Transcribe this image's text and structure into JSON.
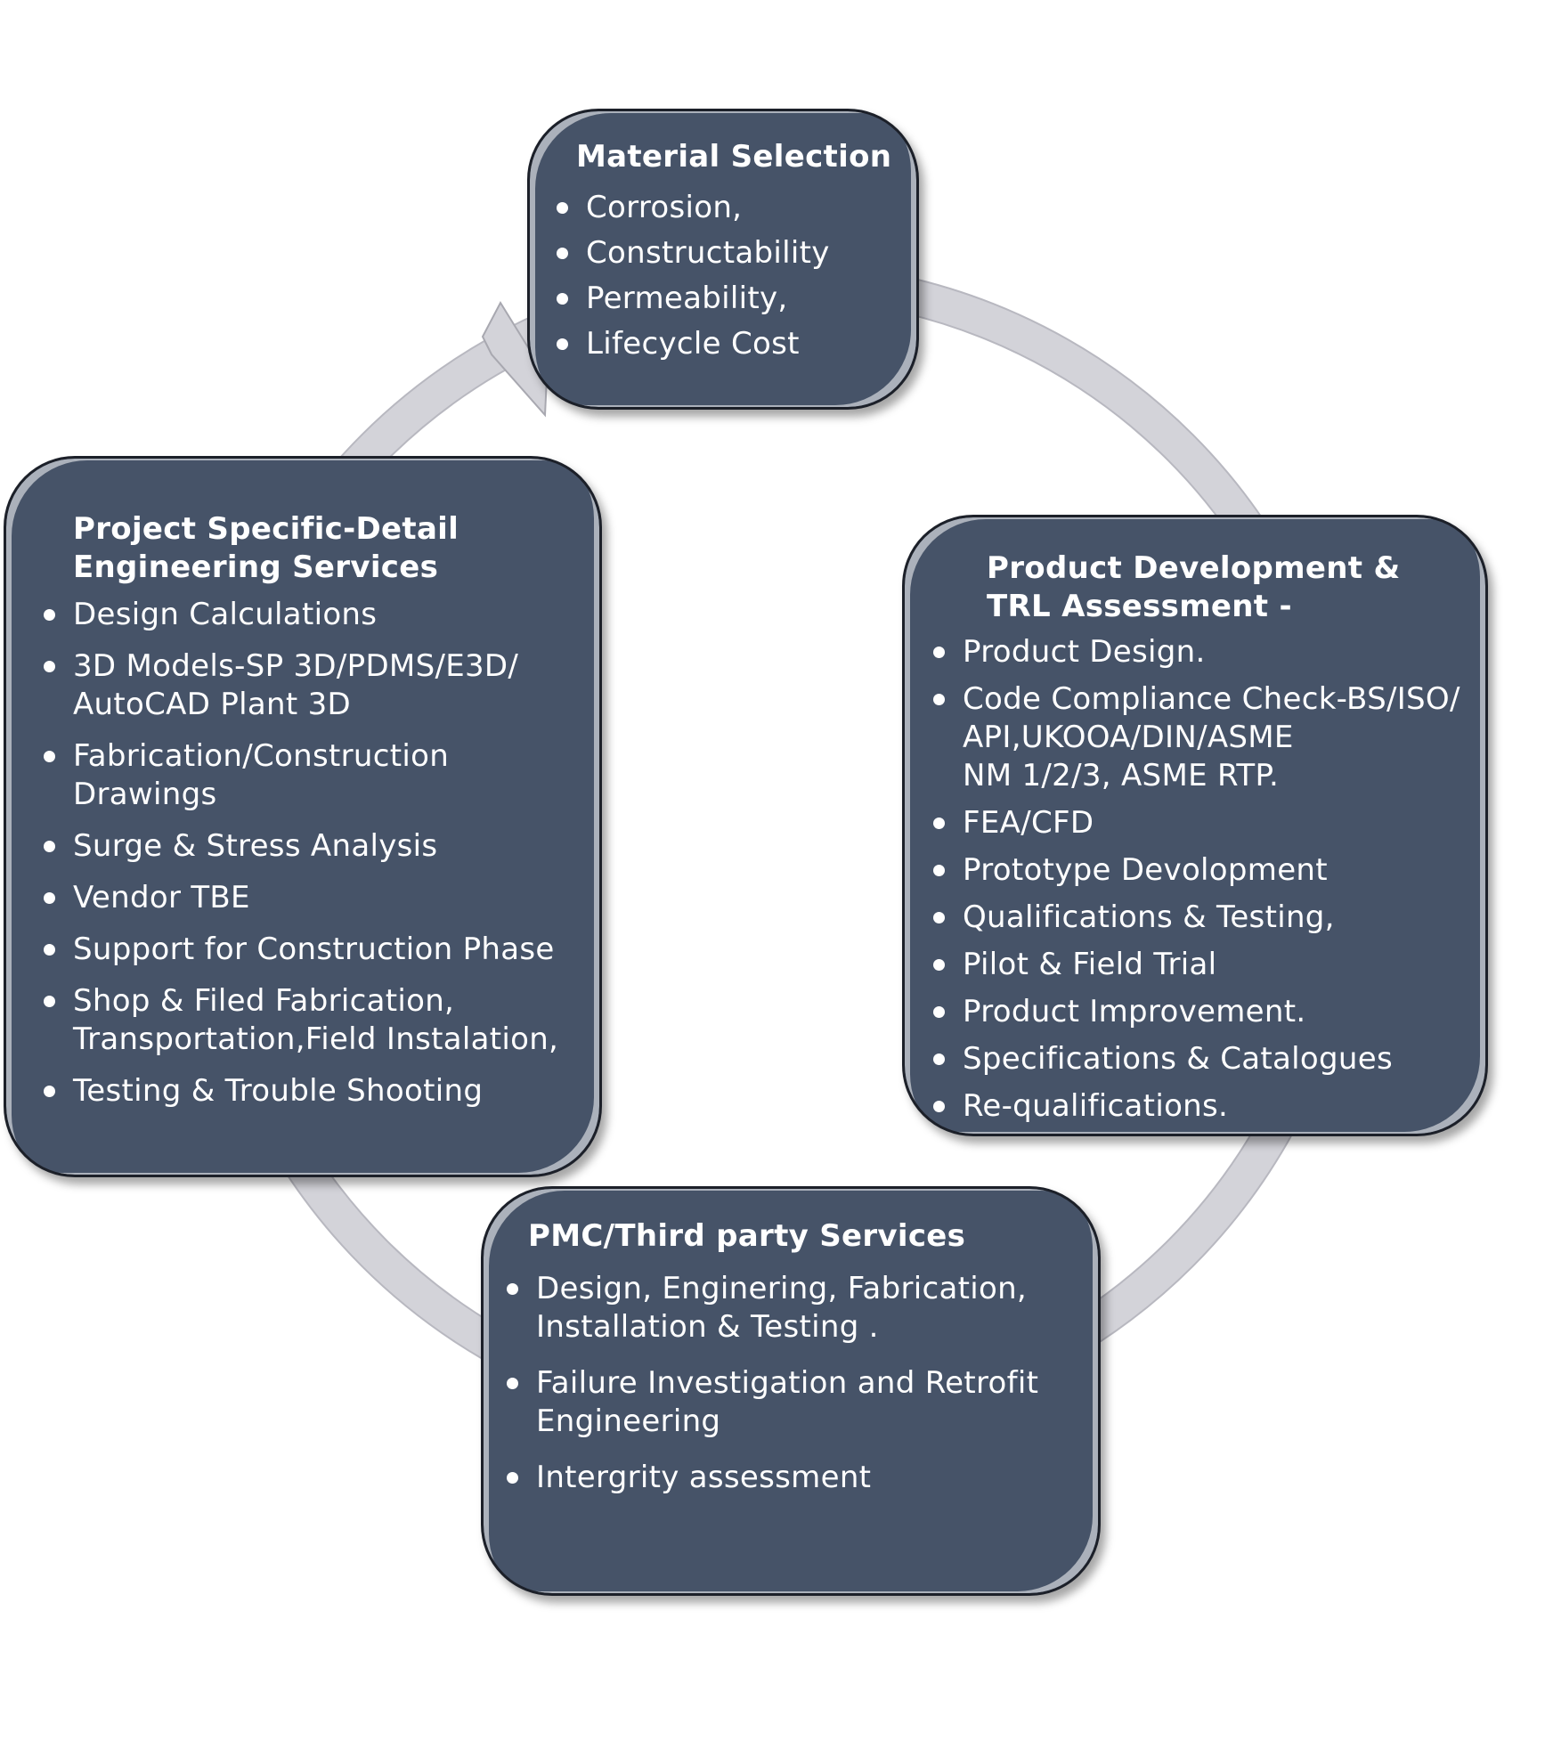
{
  "diagram": {
    "ring_color": "#d3d3d9",
    "box_color": "#465368",
    "nodes": {
      "material": {
        "title": "Material Selection",
        "items": [
          "Corrosion,",
          "Constructability",
          "Permeability,",
          "Lifecycle Cost"
        ]
      },
      "product": {
        "title": "Product Development &\nTRL Assessment -",
        "items": [
          "Product Design.",
          "Code Compliance Check-BS/ISO/\nAPI,UKOOA/DIN/ASME\nNM 1/2/3, ASME RTP.",
          "FEA/CFD",
          "Prototype Devolopment",
          "Qualifications & Testing,",
          "Pilot & Field Trial",
          "Product Improvement.",
          "Specifications & Catalogues",
          "Re-qualifications."
        ]
      },
      "project": {
        "title": "Project Specific-Detail\nEngineering Services",
        "items": [
          "Design Calculations",
          "3D Models-SP 3D/PDMS/E3D/\nAutoCAD Plant 3D",
          "Fabrication/Construction\nDrawings",
          "Surge & Stress Analysis",
          "Vendor TBE",
          "Support for Construction Phase",
          "Shop & Filed Fabrication,\nTransportation,Field Instalation,",
          "Testing & Trouble Shooting"
        ]
      },
      "pmc": {
        "title": "PMC/Third party Services",
        "items": [
          "Design, Enginering, Fabrication,\nInstallation & Testing .",
          "Failure Investigation and Retrofit\nEngineering",
          "Intergrity assessment"
        ]
      }
    }
  }
}
